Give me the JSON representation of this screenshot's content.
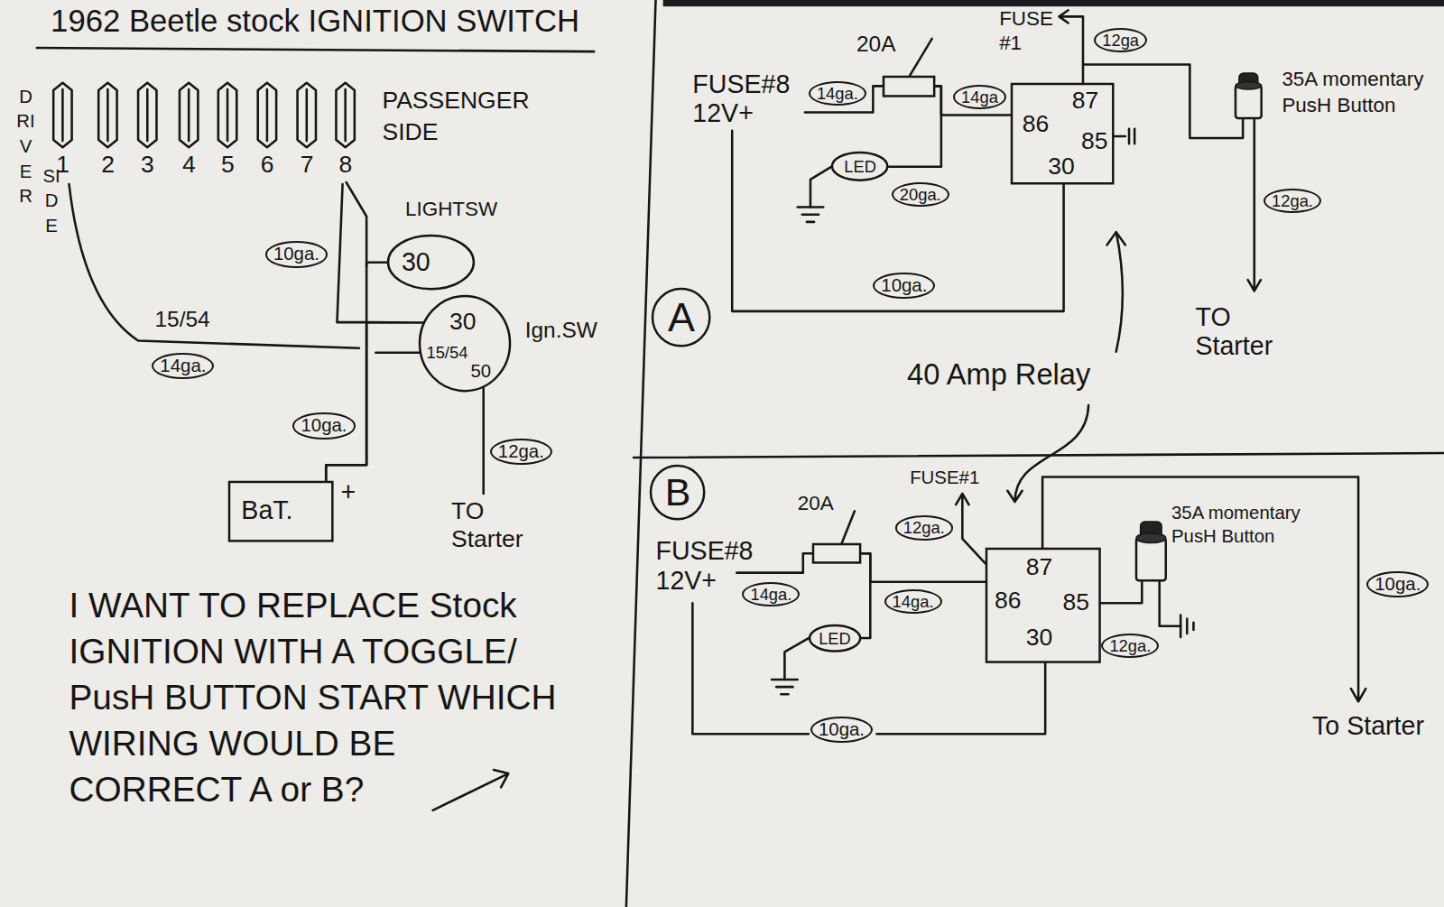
{
  "diagram": {
    "title": "1962 Beetle stock IGNITION SWITCH",
    "nodes": [
      {
        "text": [
          "LIGHTSW",
          "30"
        ]
      },
      {
        "text": [
          "30",
          "15/54",
          "50",
          "Ign.SW"
        ]
      },
      {
        "text": [
          "BaT.",
          "+"
        ]
      },
      {
        "text": [
          "A"
        ]
      },
      {
        "text": [
          "20A"
        ]
      },
      {
        "text": [
          "87",
          "86",
          "85",
          "30"
        ]
      },
      {
        "text": [
          "35A momentary PusH Button"
        ]
      },
      {
        "text": [
          "LED"
        ]
      },
      {
        "text": [
          "B"
        ]
      },
      {
        "text": [
          "20A"
        ]
      },
      {
        "text": [
          "87",
          "86",
          "85",
          "30"
        ]
      },
      {
        "text": [
          "35A momentary PusH Button"
        ]
      },
      {
        "text": [
          "LED"
        ]
      }
    ],
    "edges": [
      {
        "from": 2,
        "to": 0,
        "arrow": "none"
      },
      {
        "from": 2,
        "to": 1,
        "arrow": "none"
      },
      {
        "from": 4,
        "to": 5,
        "arrow": "none"
      },
      {
        "from": 4,
        "to": 7,
        "arrow": "none"
      },
      {
        "from": 5,
        "to": 6,
        "arrow": "none"
      },
      {
        "from": 9,
        "to": 10,
        "arrow": "none"
      },
      {
        "from": 9,
        "to": 12,
        "arrow": "none"
      },
      {
        "from": 10,
        "to": 11,
        "arrow": "none"
      }
    ],
    "labels": [
      "1",
      "2",
      "3",
      "4",
      "5",
      "6",
      "7",
      "8",
      "DRIVER",
      "SIDE",
      "PASSENGER SIDE",
      "10ga.",
      "15/54",
      "14ga.",
      "10ga.",
      "12ga.",
      "TO Starter",
      "I WANT TO REPLACE Stock IGNITION WITH A TOGGLE/ PusH BUTTON START WHICH WIRING WOULD BE CORRECT A or B?",
      "FUSE#8 12V+",
      "14ga.",
      "14ga",
      "FUSE #1",
      "12ga",
      "20ga.",
      "10ga.",
      "12ga.",
      "TO Starter",
      "40 Amp Relay",
      "FUSE#1",
      "FUSE#8 12V+",
      "14ga.",
      "12ga.",
      "14ga.",
      "12ga.",
      "10ga.",
      "10ga.",
      "To Starter"
    ]
  }
}
